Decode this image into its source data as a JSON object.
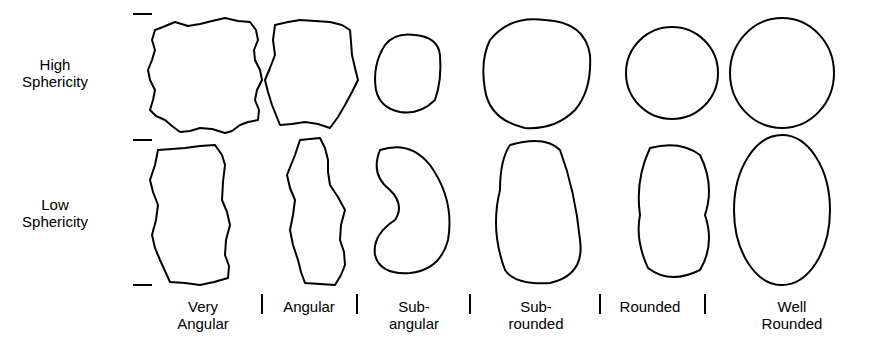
{
  "diagram": {
    "labels": [
      "High Sphericity",
      "Low Sphericity",
      "Very Angular",
      "Angular",
      "Sub- angular",
      "Sub- rounded",
      "Rounded",
      "Well Rounded"
    ]
  }
}
